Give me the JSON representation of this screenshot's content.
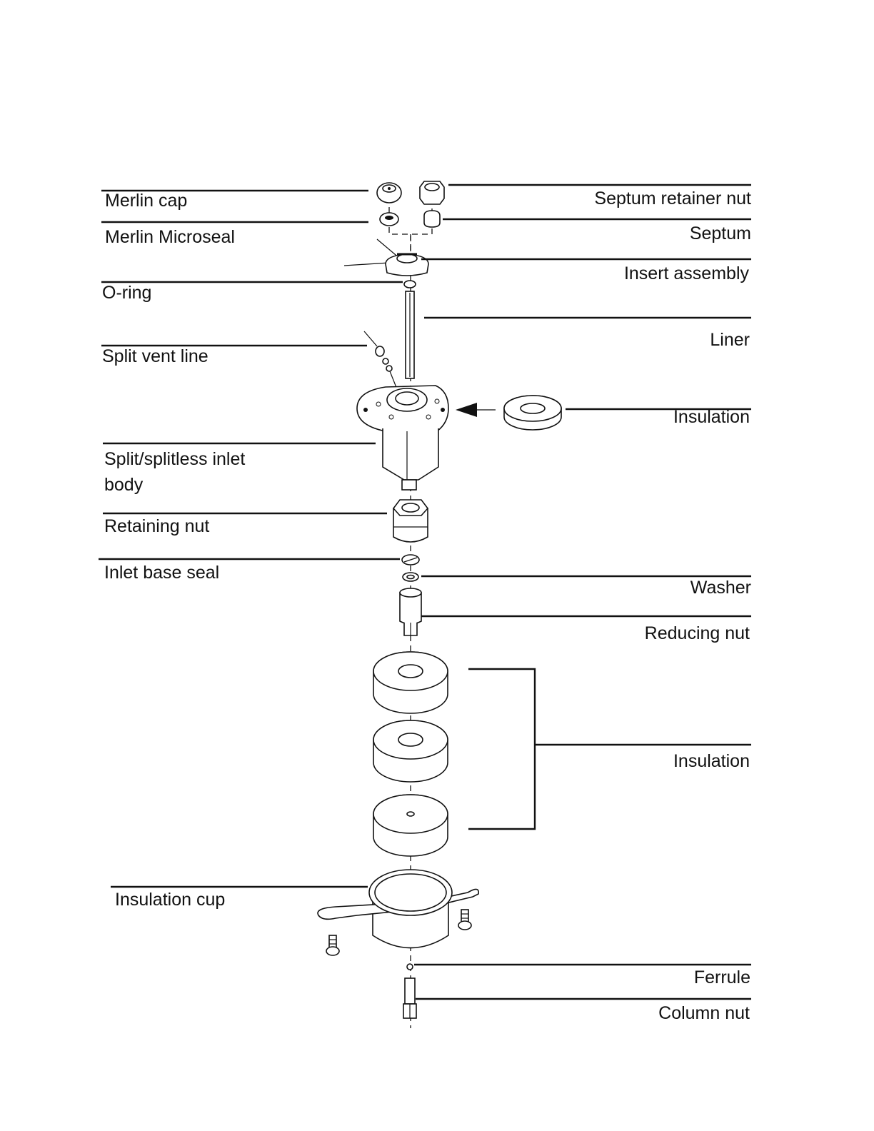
{
  "labels": {
    "merlin_cap": "Merlin cap",
    "merlin_microseal": "Merlin Microseal",
    "o_ring": "O-ring",
    "split_vent_line": "Split vent line",
    "inlet_body_line1": "Split/splitless inlet",
    "inlet_body_line2": "body",
    "retaining_nut": "Retaining nut",
    "inlet_base_seal": "Inlet base seal",
    "insulation_cup": "Insulation cup",
    "septum_retainer_nut": "Septum retainer nut",
    "septum": "Septum",
    "insert_assembly": "Insert assembly",
    "liner": "Liner",
    "insulation_top": "Insulation",
    "washer": "Washer",
    "reducing_nut": "Reducing nut",
    "insulation_stack": "Insulation",
    "ferrule": "Ferrule",
    "column_nut": "Column nut"
  }
}
